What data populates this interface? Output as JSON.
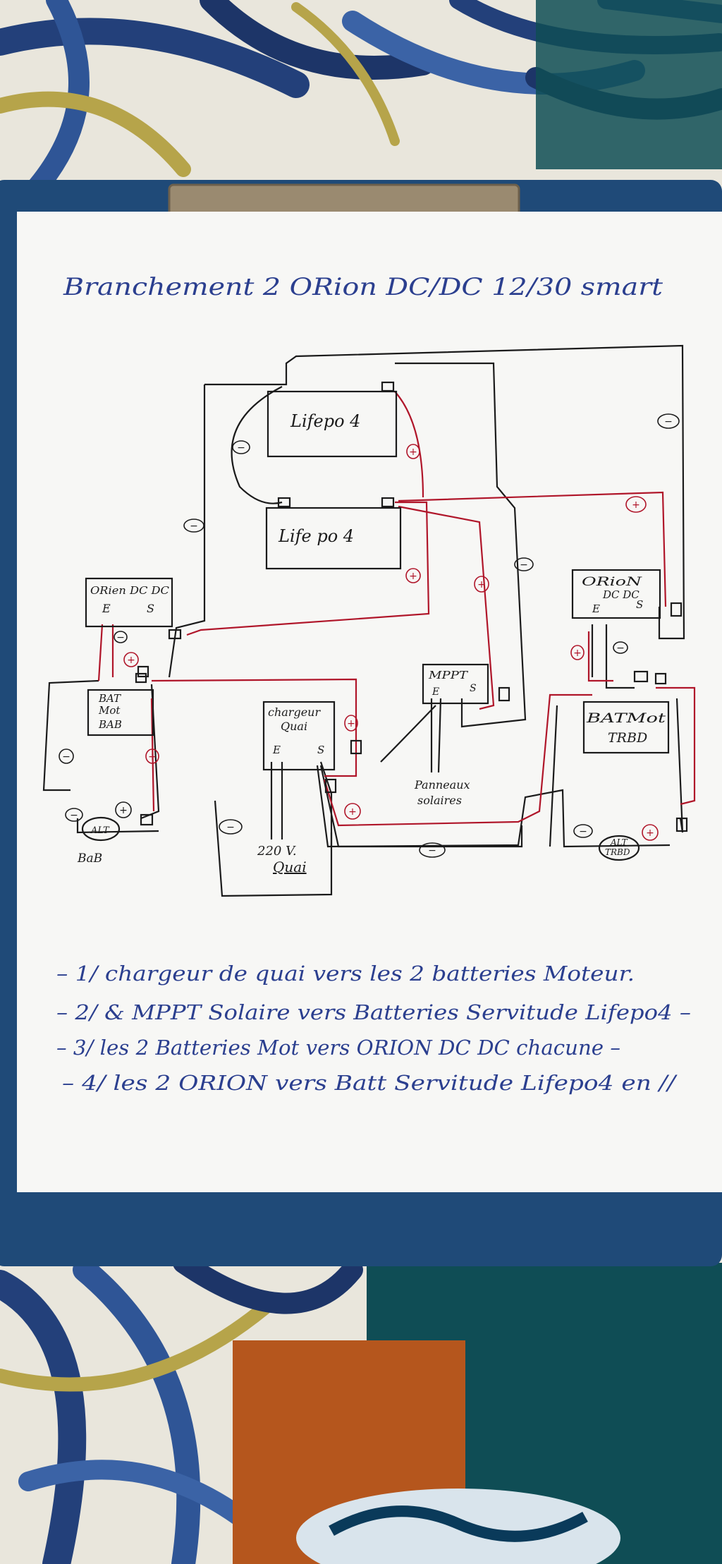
{
  "title": "Branchement 2 ORion DC/DC 12/30 smart",
  "components": {
    "lifepo_top": "Lifepo 4",
    "lifepo_bottom": "Life po 4",
    "orion_left": "ORien DC DC",
    "orion_right_line1": "ORioN",
    "orion_right_line2": "DC DC",
    "bat_bab_line1": "BAT",
    "bat_bab_line2": "Mot",
    "bat_bab_line3": "BAB",
    "chargeur_line1": "chargeur",
    "chargeur_line2": "Quai",
    "mppt": "MPPT",
    "bat_trbd_line1": "BATMot",
    "bat_trbd_line2": "TRBD",
    "alt_bab": "ALT",
    "alt_trbd_line1": "ALT",
    "alt_trbd_line2": "TRBD",
    "bab_label": "BaB",
    "panneaux_line1": "Panneaux",
    "panneaux_line2": "solaires",
    "quai_line1": "220 V.",
    "quai_line2": "Quai"
  },
  "terminals": {
    "input": "E",
    "output": "S",
    "plus": "+",
    "minus": "−"
  },
  "notes": [
    "– 1/ chargeur de quai vers les 2 batteries Moteur.",
    "– 2/ & MPPT Solaire vers Batteries Servitude Lifepo4 –",
    "– 3/ les 2 Batteries Mot vers ORION DC DC chacune –",
    "– 4/ les 2 ORION vers Batt Servitude Lifepo4 en //"
  ],
  "colors": {
    "background": "#1f4a78",
    "paper": "#f7f7f5",
    "ink_black": "#1b1b1b",
    "ink_red": "#b0162a",
    "ink_blue": "#2b3f8f",
    "clip": "#9a8a70"
  }
}
